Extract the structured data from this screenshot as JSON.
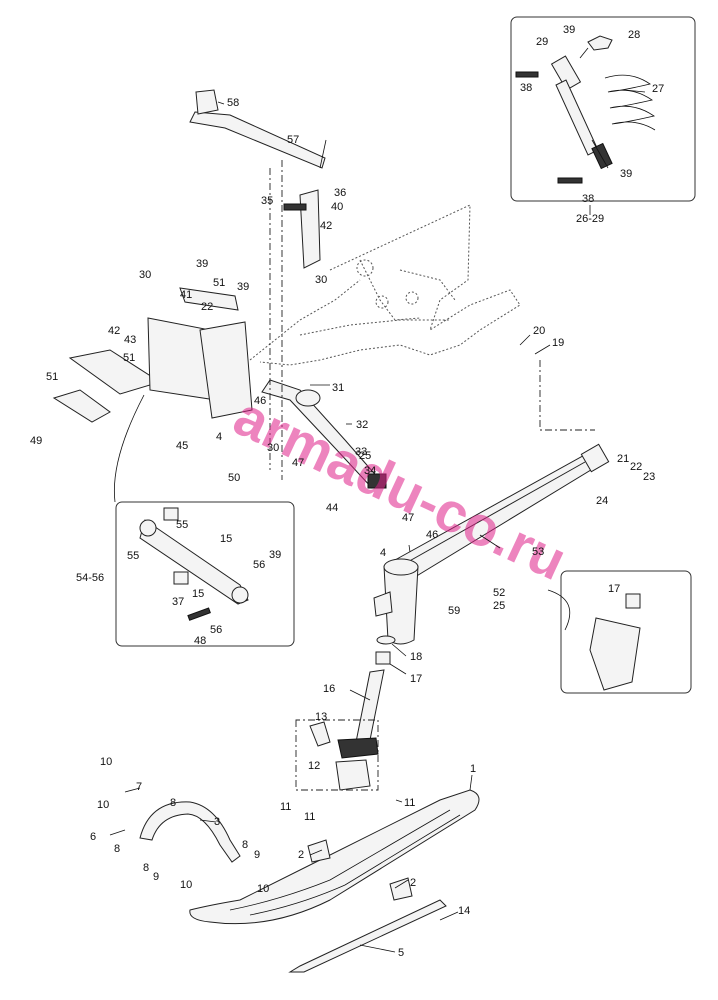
{
  "watermark": "armadu-co.ru",
  "labels": {
    "l1": "1",
    "l2a": "2",
    "l2b": "2",
    "l3": "3",
    "l4a": "4",
    "l4b": "4",
    "l5": "5",
    "l6": "6",
    "l7": "7",
    "l8a": "8",
    "l8b": "8",
    "l8c": "8",
    "l8d": "8",
    "l9a": "9",
    "l9b": "9",
    "l10a": "10",
    "l10b": "10",
    "l10c": "10",
    "l10d": "10",
    "l11a": "11",
    "l11b": "11",
    "l11c": "11",
    "l12": "12",
    "l13": "13",
    "l14": "14",
    "l15a": "15",
    "l15b": "15",
    "l16": "16",
    "l17a": "17",
    "l17b": "17",
    "l18": "18",
    "l19": "19",
    "l20": "20",
    "l21": "21",
    "l22a": "22",
    "l22b": "22",
    "l23": "23",
    "l24": "24",
    "l25a": "25",
    "l25b": "25",
    "l26": "26-29",
    "l27": "27",
    "l28": "28",
    "l29": "29",
    "l30a": "30",
    "l30b": "30",
    "l30c": "30",
    "l31": "31",
    "l32": "32",
    "l33": "33",
    "l34": "34",
    "l35": "35",
    "l36": "36",
    "l37": "37",
    "l38a": "38",
    "l38b": "38",
    "l39a": "39",
    "l39b": "39",
    "l39c": "39",
    "l39d": "39",
    "l39e": "39",
    "l40": "40",
    "l41": "41",
    "l42a": "42",
    "l42b": "42",
    "l43": "43",
    "l44": "44",
    "l45": "45",
    "l46a": "46",
    "l46b": "46",
    "l47a": "47",
    "l47b": "47",
    "l48": "48",
    "l49": "49",
    "l50": "50",
    "l51a": "51",
    "l51b": "51",
    "l51c": "51",
    "l52": "52",
    "l53": "53",
    "l54": "54-56",
    "l55a": "55",
    "l55b": "55",
    "l56a": "56",
    "l56b": "56",
    "l57": "57",
    "l58": "58",
    "l59": "59"
  }
}
